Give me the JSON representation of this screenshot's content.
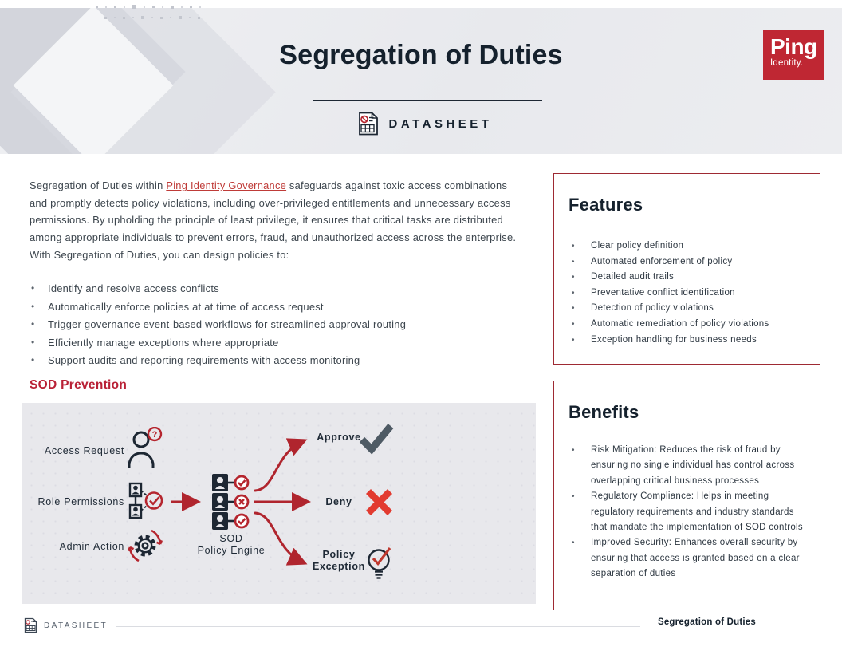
{
  "header": {
    "title": "Segregation of Duties",
    "doc_type_label": "DATASHEET",
    "logo": {
      "brand": "Ping",
      "brand_sub": "Identity."
    }
  },
  "intro": {
    "text_before_link": "Segregation of Duties within ",
    "link_text": "Ping Identity Governance",
    "text_after_link": " safeguards against toxic access combinations and promptly detects policy violations, including over-privileged entitlements and unnecessary access permissions. By upholding the principle of least privilege, it ensures that critical tasks are distributed among appropriate individuals to prevent errors, fraud, and unauthorized access across the enterprise. With Segregation of Duties, you can design policies to:",
    "bullets": [
      "Identify and resolve access conflicts",
      "Automatically enforce policies at at time of access request",
      "Trigger governance event-based workflows for streamlined approval routing",
      "Efficiently manage exceptions where appropriate",
      "Support audits and reporting requirements with access monitoring"
    ]
  },
  "sod_prevention": {
    "heading": "SOD Prevention",
    "diagram": {
      "inputs": [
        {
          "label": "Access Request",
          "icon": "person-question-icon"
        },
        {
          "label": "Role Permissions",
          "icon": "role-hierarchy-check-icon"
        },
        {
          "label": "Admin Action",
          "icon": "gear-sync-icon"
        }
      ],
      "engine_label_line1": "SOD",
      "engine_label_line2": "Policy Engine",
      "outcomes": [
        {
          "label": "Approve",
          "icon": "checkmark-icon"
        },
        {
          "label": "Deny",
          "icon": "x-icon"
        },
        {
          "label": "Policy Exception",
          "icon": "lightbulb-check-icon"
        }
      ]
    }
  },
  "features": {
    "title": "Features",
    "items": [
      "Clear policy definition",
      "Automated enforcement of policy",
      "Detailed audit trails",
      "Preventative conflict identification",
      "Detection of policy violations",
      "Automatic remediation of policy violations",
      "Exception handling for business needs"
    ]
  },
  "benefits": {
    "title": "Benefits",
    "items": [
      "Risk Mitigation: Reduces the risk of fraud by ensuring no single individual has control across overlapping critical business processes",
      "Regulatory Compliance: Helps in meeting regulatory requirements and industry standards that mandate the implementation of SOD controls",
      "Improved Security: Enhances overall security by ensuring that access is granted based on a clear separation of duties"
    ]
  },
  "footer": {
    "doc_type_label": "DATASHEET",
    "page_title": "Segregation of Duties"
  },
  "colors": {
    "navy": "#15212d",
    "body_text": "#3d464e",
    "brand_red": "#bf2733",
    "accent_red": "#b0252e",
    "heading_red": "#b92136",
    "box_border_red": "#9e2a33",
    "bright_red_x": "#e23b30",
    "approve_check_gray": "#4e5a64",
    "diagram_bg": "#e8e8ec"
  }
}
